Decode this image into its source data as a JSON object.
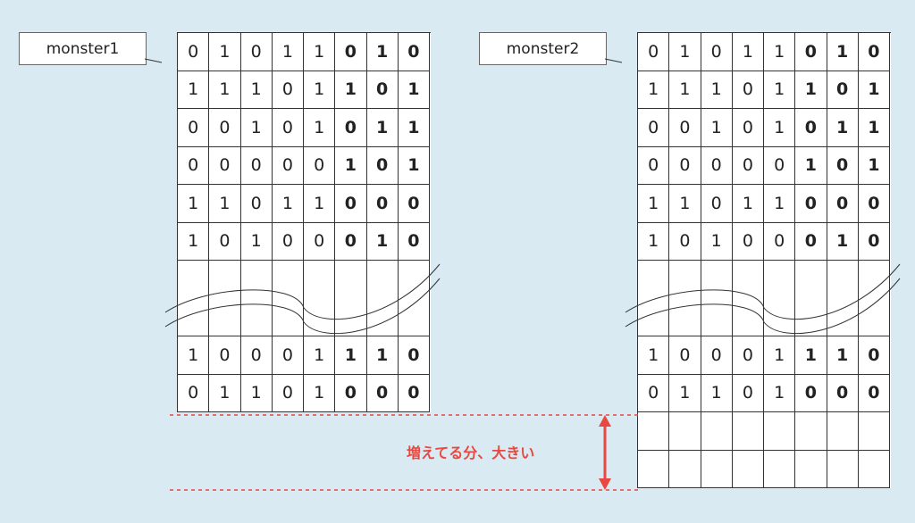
{
  "monster1": {
    "label": "monster1",
    "rows_top": [
      [
        "0",
        "1",
        "0",
        "1",
        "1",
        "0",
        "1",
        "0"
      ],
      [
        "1",
        "1",
        "1",
        "0",
        "1",
        "1",
        "0",
        "1"
      ],
      [
        "0",
        "0",
        "1",
        "0",
        "1",
        "0",
        "1",
        "1"
      ],
      [
        "0",
        "0",
        "0",
        "0",
        "0",
        "1",
        "0",
        "1"
      ],
      [
        "1",
        "1",
        "0",
        "1",
        "1",
        "0",
        "0",
        "0"
      ],
      [
        "1",
        "0",
        "1",
        "0",
        "0",
        "0",
        "1",
        "0"
      ]
    ],
    "rows_bottom": [
      [
        "1",
        "0",
        "0",
        "0",
        "1",
        "1",
        "1",
        "0"
      ],
      [
        "0",
        "1",
        "1",
        "0",
        "1",
        "0",
        "0",
        "0"
      ]
    ]
  },
  "monster2": {
    "label": "monster2",
    "rows_top": [
      [
        "0",
        "1",
        "0",
        "1",
        "1",
        "0",
        "1",
        "0"
      ],
      [
        "1",
        "1",
        "1",
        "0",
        "1",
        "1",
        "0",
        "1"
      ],
      [
        "0",
        "0",
        "1",
        "0",
        "1",
        "0",
        "1",
        "1"
      ],
      [
        "0",
        "0",
        "0",
        "0",
        "0",
        "1",
        "0",
        "1"
      ],
      [
        "1",
        "1",
        "0",
        "1",
        "1",
        "0",
        "0",
        "0"
      ],
      [
        "1",
        "0",
        "1",
        "0",
        "0",
        "0",
        "1",
        "0"
      ]
    ],
    "rows_bottom": [
      [
        "1",
        "0",
        "0",
        "0",
        "1",
        "1",
        "1",
        "0"
      ],
      [
        "0",
        "1",
        "1",
        "0",
        "1",
        "0",
        "0",
        "0"
      ]
    ],
    "extra_empty_rows": 2
  },
  "annotation": {
    "text": "増えてる分、大きい",
    "color": "#e8483f"
  }
}
